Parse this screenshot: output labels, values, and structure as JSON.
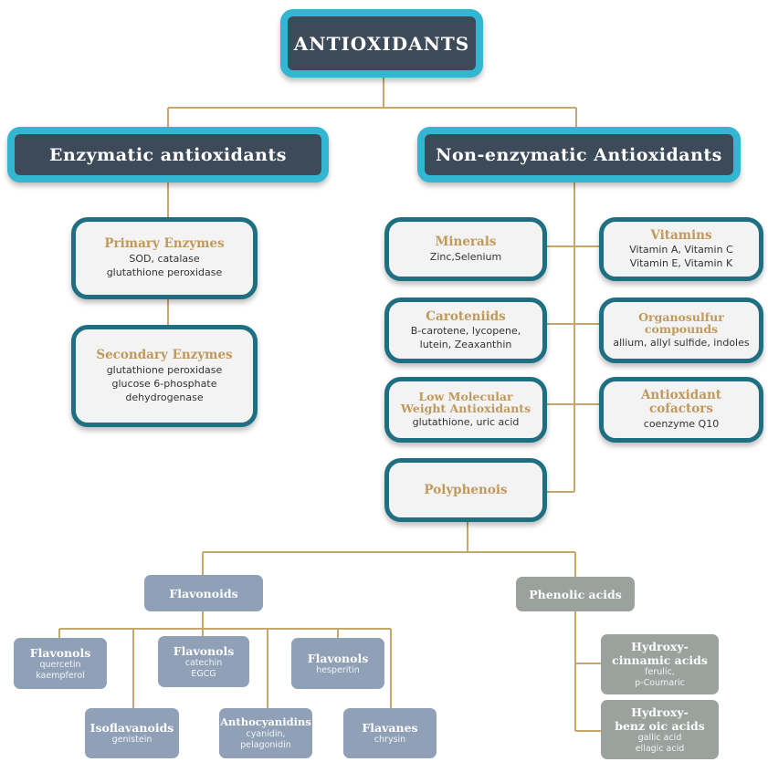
{
  "title": "ANTIOXIDANTS",
  "enzymatic": {
    "title": "Enzymatic antioxidants",
    "primary": {
      "title": "Primary Enzymes",
      "lines": [
        "SOD, catalase",
        "glutathione peroxidase"
      ]
    },
    "secondary": {
      "title": "Secondary Enzymes",
      "lines": [
        "glutathione peroxidase",
        "glucose 6-phosphate",
        "dehydrogenase"
      ]
    }
  },
  "non_enzymatic": {
    "title": "Non-enzymatic Antioxidants",
    "minerals": {
      "title": "Minerals",
      "lines": [
        "Zinc,Selenium"
      ]
    },
    "vitamins": {
      "title": "Vitamins",
      "lines": [
        "Vitamin A, Vitamin C",
        "Vitamin E, Vitamin K"
      ]
    },
    "carotenoids": {
      "title": "Caroteniids",
      "lines": [
        "B-carotene, lycopene,",
        "lutein, Zeaxanthin"
      ]
    },
    "organosulfur": {
      "title_lines": [
        "Organosulfur",
        "compounds"
      ],
      "lines": [
        "allium, allyl sulfide, indoles"
      ]
    },
    "low_molecular": {
      "title_lines": [
        "Low Molecular",
        "Weight Antioxidants"
      ],
      "lines": [
        "glutathione, uric acid"
      ]
    },
    "cofactors": {
      "title": "Antioxidant cofactors",
      "lines": [
        "coenzyme Q10"
      ]
    },
    "polyphenols": {
      "title": "Polyphenois"
    }
  },
  "flavonoids": {
    "title": "Flavonoids",
    "flavonols_1": {
      "title": "Flavonols",
      "lines": [
        "quercetin",
        "kaempferol"
      ]
    },
    "flavonols_2": {
      "title": "Flavonols",
      "lines": [
        "catechin",
        "EGCG"
      ]
    },
    "flavonols_3": {
      "title": "Flavonols",
      "lines": [
        "hesperitin"
      ]
    },
    "isoflavanoids": {
      "title": "Isoflavanoids",
      "lines": [
        "genistein"
      ]
    },
    "anthocyanidins": {
      "title": "Anthocyanidins",
      "lines": [
        "cyanidin,",
        "pelagonidin"
      ]
    },
    "flavanes": {
      "title": "Flavanes",
      "lines": [
        "chrysin"
      ]
    }
  },
  "phenolic_acids": {
    "title": "Phenolic acids",
    "hydroxycinnamic": {
      "title_lines": [
        "Hydroxy-",
        "cinnamic acids"
      ],
      "lines": [
        "ferulic,",
        "p-Coumaric"
      ]
    },
    "hydroxybenzoic": {
      "title_lines": [
        "Hydroxy-",
        "benz oic acids"
      ],
      "lines": [
        "gallic acid",
        "ellagic acid"
      ]
    }
  },
  "colors": {
    "title_fill": "#3d4a59",
    "title_border": "#33b6d1",
    "card_border": "#1f6f82",
    "card_fill": "#f3f3f3",
    "heading_gold": "#c0995b",
    "connector": "#c9a66b",
    "flavonoid_box": "#8fa0b7",
    "phenolic_box": "#9ba19c"
  }
}
